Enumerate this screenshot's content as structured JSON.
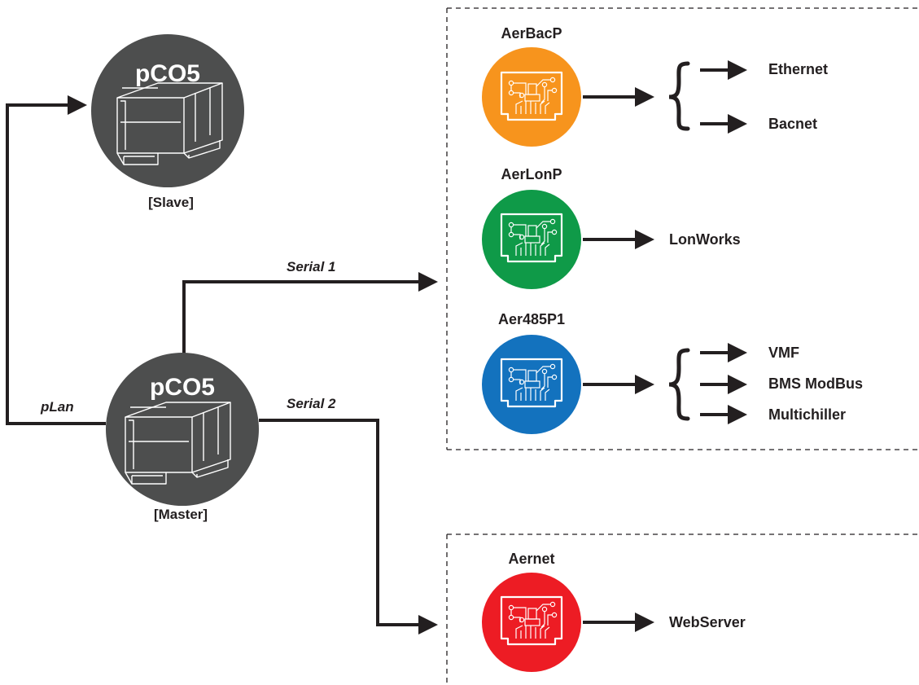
{
  "controllers": {
    "slave": {
      "name": "pCO5",
      "role": "[Slave]"
    },
    "master": {
      "name": "pCO5",
      "role": "[Master]"
    }
  },
  "links": {
    "plan": "pLan",
    "serial1": "Serial 1",
    "serial2": "Serial 2"
  },
  "modules": {
    "aerbacp": {
      "name": "AerBacP",
      "color": "#f7941d",
      "outputs": [
        "Ethernet",
        "Bacnet"
      ]
    },
    "aerlonp": {
      "name": "AerLonP",
      "color": "#0f9a48",
      "outputs": [
        "LonWorks"
      ]
    },
    "aer485p1": {
      "name": "Aer485P1",
      "color": "#1372be",
      "outputs": [
        "VMF",
        "BMS ModBus",
        "Multichiller"
      ]
    },
    "aernet": {
      "name": "Aernet",
      "color": "#ed1c24",
      "outputs": [
        "WebServer"
      ]
    }
  },
  "colors": {
    "controller": "#4d4e4e",
    "line": "#231f20"
  }
}
